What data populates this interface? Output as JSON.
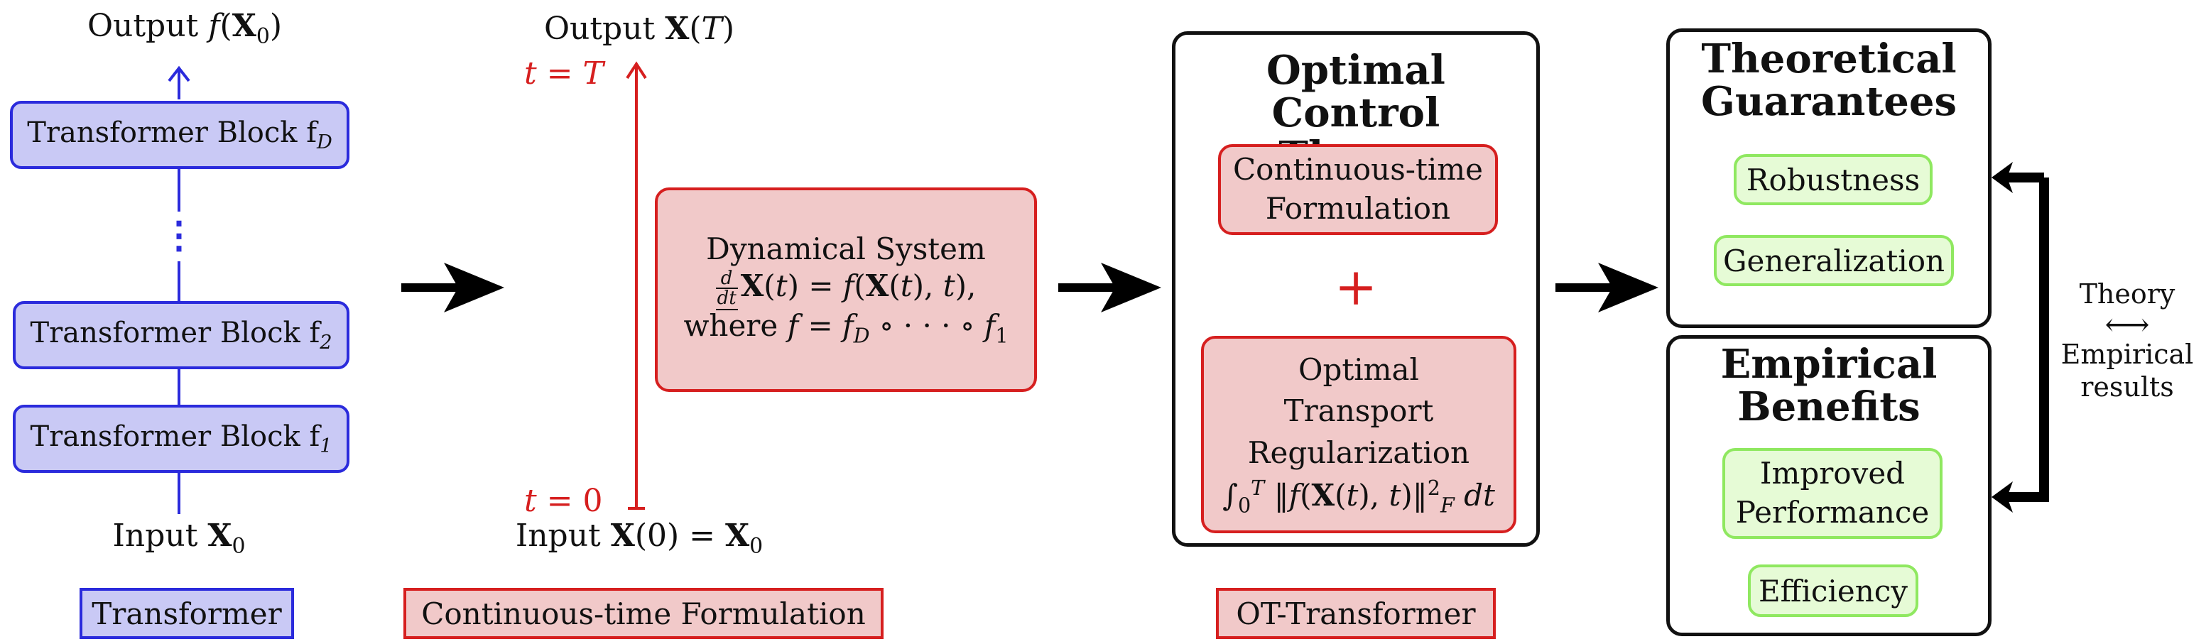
{
  "transformer": {
    "output_label": "Output f(X₀)",
    "blocks": [
      {
        "text": "Transformer Block f",
        "sub": "D"
      },
      {
        "text": "Transformer Block f",
        "sub": "2"
      },
      {
        "text": "Transformer Block f",
        "sub": "1"
      }
    ],
    "ellipsis": "⋮",
    "input_label": "Input X₀",
    "caption": "Transformer"
  },
  "continuous": {
    "output_label": "Output X(T)",
    "t_top": "t = T",
    "t_bottom": "t = 0",
    "box_line1": "Dynamical System",
    "box_line2": "X(t) = f(X(t), t),",
    "box_line3": "where f = f_D ∘ ··· ∘ f₁",
    "input_label": "Input X(0) = X₀",
    "caption": "Continuous-time Formulation"
  },
  "optimal_control": {
    "title_line1": "Optimal Control",
    "title_line2": "Theory",
    "box1_line1": "Continuous-time",
    "box1_line2": "Formulation",
    "plus": "+",
    "box2_line1": "Optimal",
    "box2_line2": "Transport",
    "box2_line3": "Regularization",
    "box2_formula": "∫₀ᵀ ‖f(X(t), t)‖²_F dt",
    "caption": "OT-Transformer"
  },
  "guarantees": {
    "title_line1": "Theoretical",
    "title_line2": "Guarantees",
    "items": [
      "Robustness",
      "Generalization"
    ]
  },
  "benefits": {
    "title_line1": "Empirical",
    "title_line2": "Benefits",
    "item1_line1": "Improved",
    "item1_line2": "Performance",
    "item2": "Efficiency"
  },
  "side_note": {
    "line1": "Theory",
    "arrow": "⟷",
    "line2": "Empirical",
    "line3": "results"
  },
  "colors": {
    "blue": "#2b2bdc",
    "blue_fill": "#c9c9f5",
    "red": "#d61f1f",
    "red_fill": "#f1c9c9",
    "green": "#8fe860",
    "green_fill": "#e6fbd6"
  }
}
